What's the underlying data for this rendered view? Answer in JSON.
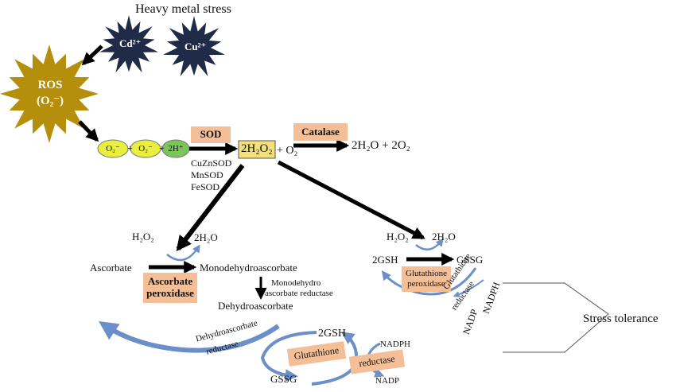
{
  "title": "Heavy metal stress",
  "metals": {
    "cd": "Cd²⁺",
    "cu": "Cu²⁺"
  },
  "ros": {
    "label": "ROS",
    "species": "(O₂⁻)"
  },
  "reactants": {
    "o2_a": "O₂⁻",
    "o2_b": "O₂⁻",
    "h": "2H⁺"
  },
  "sod": {
    "label": "SOD",
    "isoforms": [
      "CuZnSOD",
      "MnSOD",
      "FeSOD"
    ]
  },
  "h2o2_product": "2H₂O₂",
  "o2_product": "+ O₂",
  "catalase": {
    "label": "Catalase",
    "product": "2H₂O + 2O₂"
  },
  "apx_branch": {
    "substrate": "H₂O₂",
    "product": "2H₂O",
    "ascorbate": "Ascorbate",
    "monodehydroascorbate": "Monodehydroascorbate",
    "enzyme": "Ascorbate peroxidase",
    "mdhar_line1": "Monodehydro",
    "mdhar_line2": "ascorbate reductase",
    "dehydroascorbate": "Dehydroascorbate"
  },
  "gpx_branch": {
    "substrate": "H₂O₂",
    "product": "2H₂O",
    "gsh": "2GSH",
    "gssg": "GSSG",
    "enzyme": "Glutathione peroxidase",
    "gr_line1": "Glutathione",
    "gr_line2": "reductase",
    "nadp": "NADP",
    "nadph": "NADPH"
  },
  "dhar": {
    "line1": "Dehydroascorbate",
    "line2": "reductase"
  },
  "gr_cycle": {
    "gsh": "2GSH",
    "gssg": "GSSG",
    "enzyme_left": "Glutathione",
    "enzyme_right": "reductase",
    "nadph": "NADPH",
    "nadp": "NADP"
  },
  "outcome": "Stress tolerance",
  "colors": {
    "metal_star": "#1f2b47",
    "ros_star": "#b58f0c",
    "o2_ellipse": "#e9ef3c",
    "h_ellipse": "#7cc55a",
    "h2o2_box": "#f4e07a",
    "enzyme_box": "#f4bf97",
    "curve_arrow": "#6b8fc9",
    "arrow": "#000000"
  }
}
